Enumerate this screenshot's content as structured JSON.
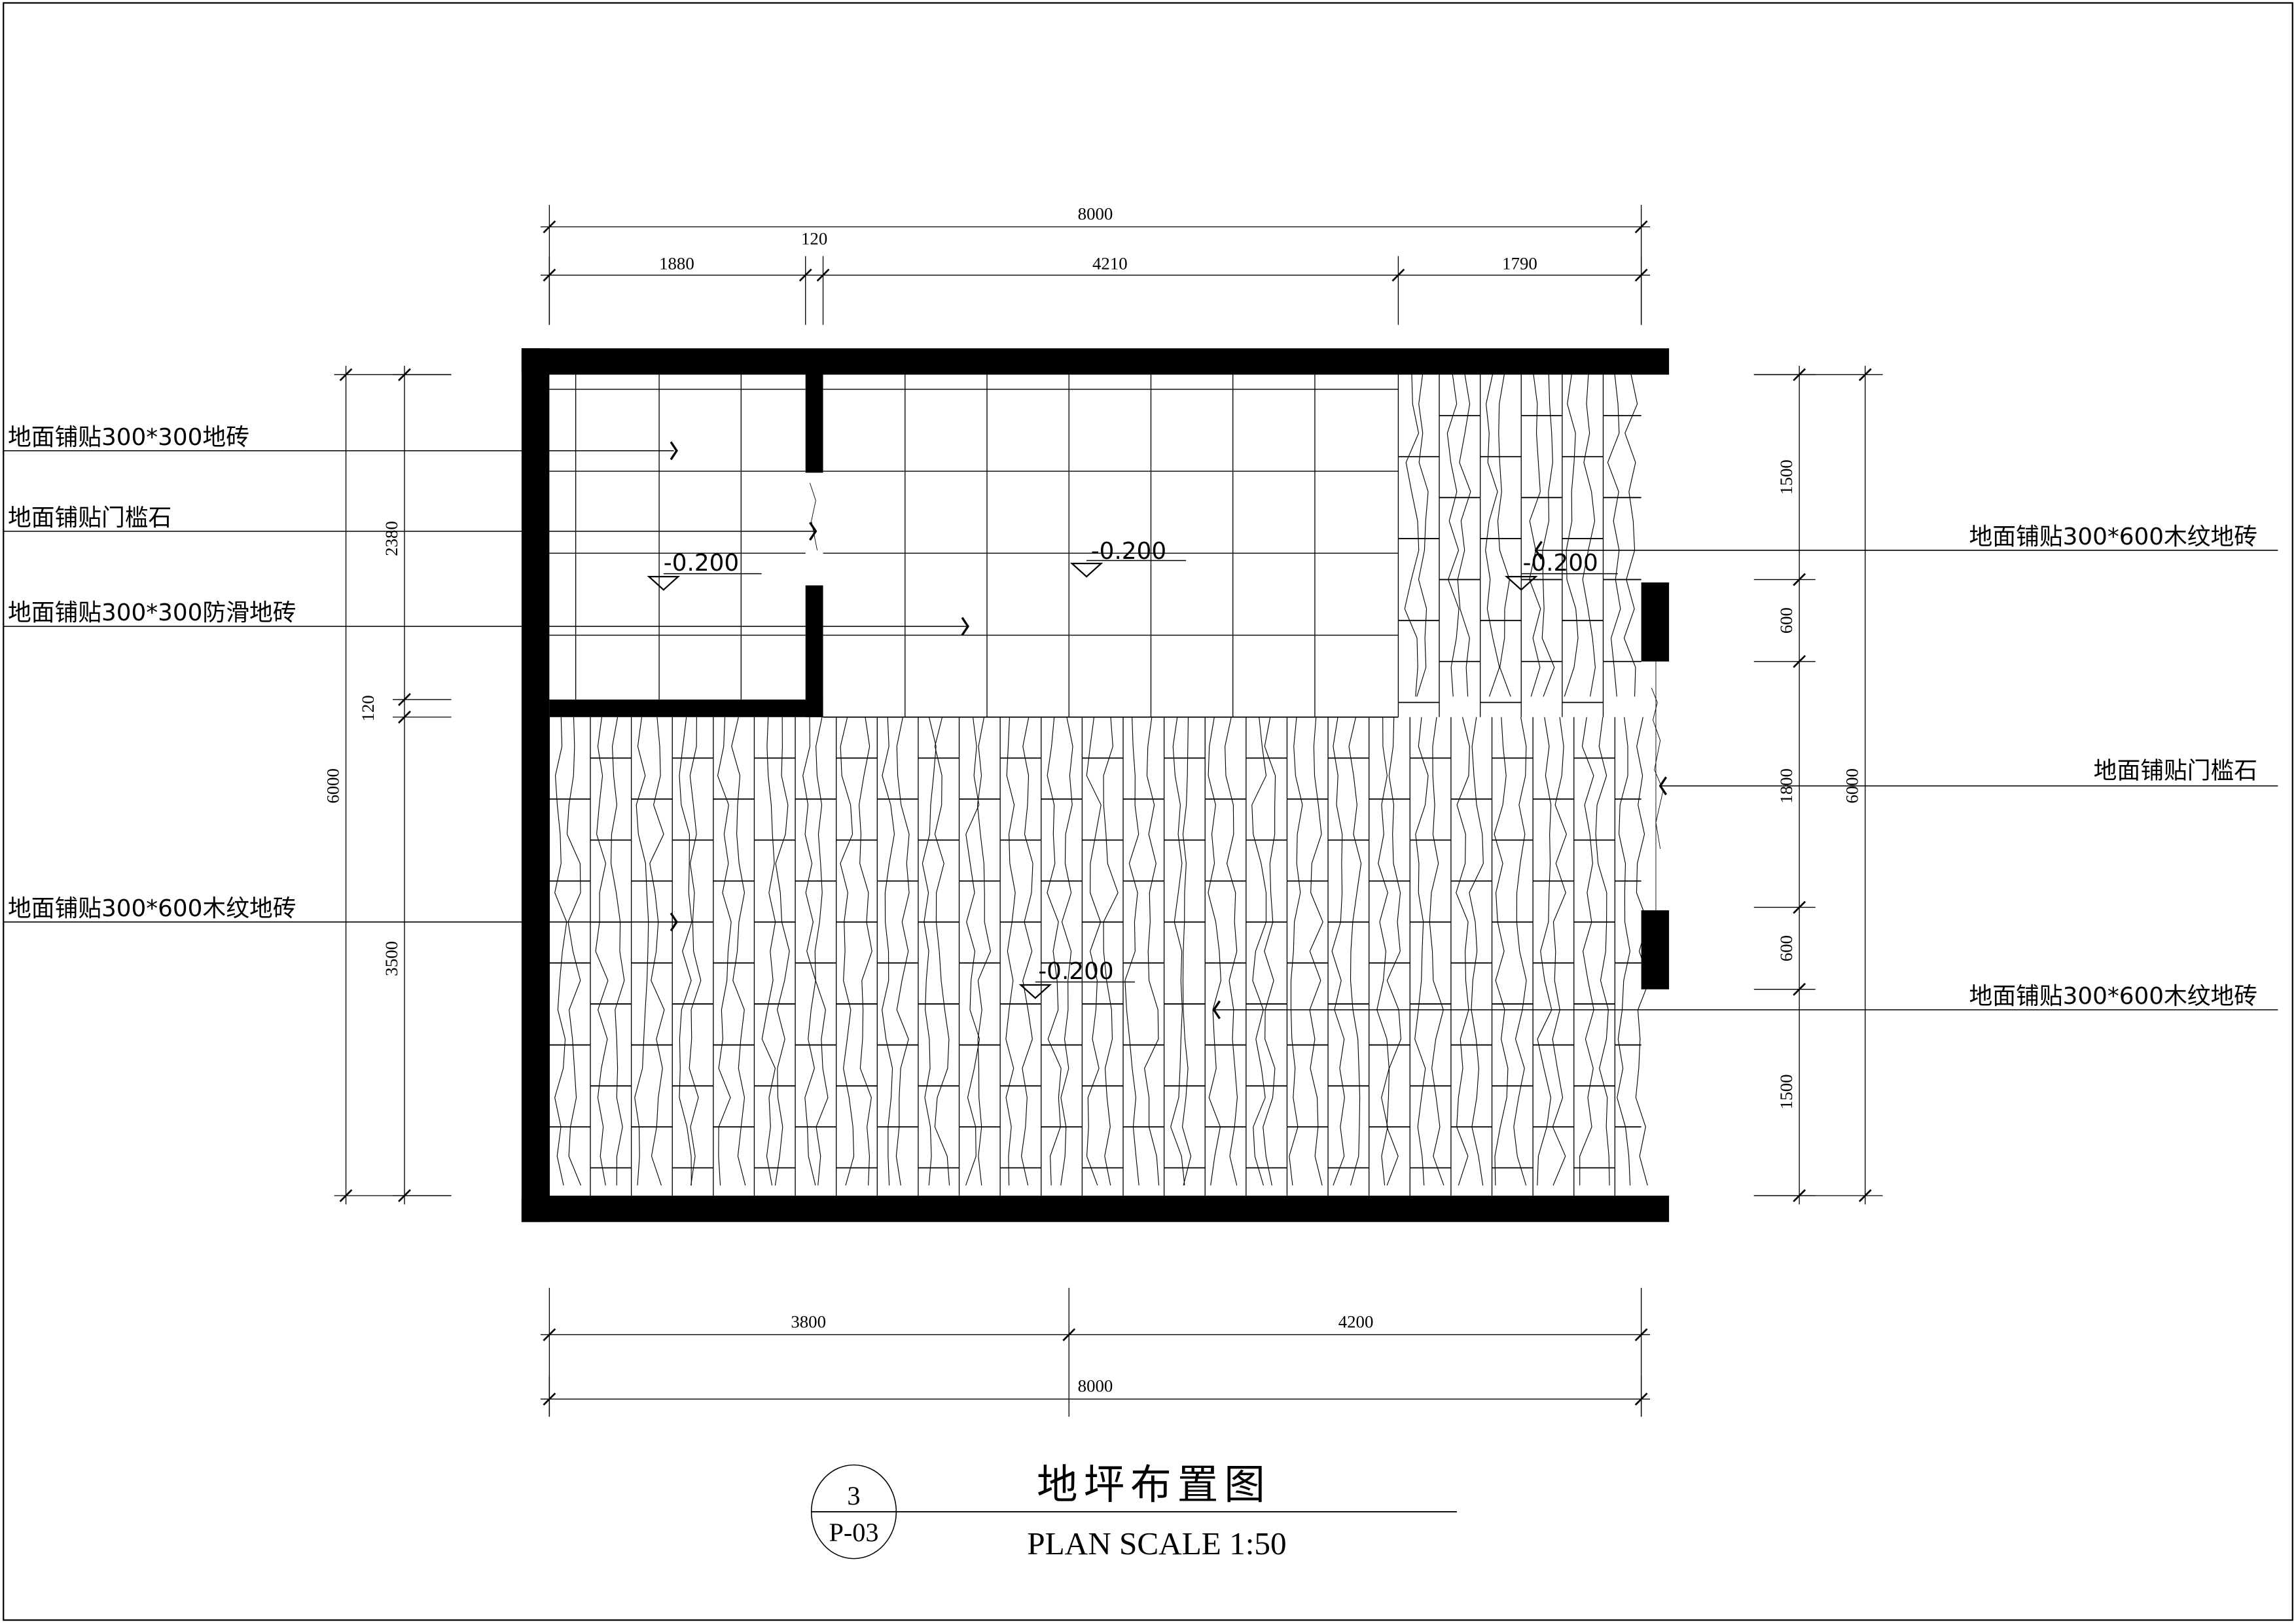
{
  "drawing": {
    "title_cn": "地坪布置图",
    "title_en": "PLAN SCALE 1:50",
    "detail_number": "3",
    "sheet_number": "P-03"
  },
  "dimensions": {
    "top_total": "8000",
    "top_segments": [
      "1880",
      "120",
      "4210",
      "1790"
    ],
    "bottom_segments": [
      "3800",
      "4200"
    ],
    "bottom_total": "8000",
    "left_total": "6000",
    "left_segments": [
      "2380",
      "120",
      "3500"
    ],
    "right_segments": [
      "1500",
      "600",
      "1800",
      "600",
      "1500"
    ],
    "right_total": "6000"
  },
  "labels": {
    "left": [
      "地面铺贴300*300地砖",
      "地面铺贴门槛石",
      "地面铺贴300*300防滑地砖",
      "地面铺贴300*600木纹地砖"
    ],
    "right": [
      "地面铺贴300*600木纹地砖",
      "地面铺贴门槛石",
      "地面铺贴300*600木纹地砖"
    ]
  },
  "elevations": [
    "-0.200",
    "-0.200",
    "-0.200",
    "-0.200"
  ]
}
